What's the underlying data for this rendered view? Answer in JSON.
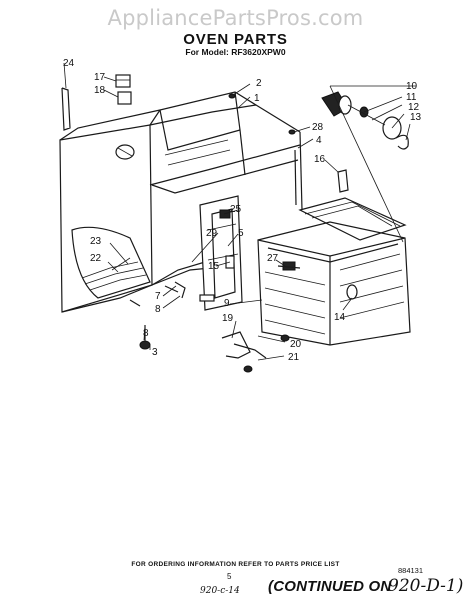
{
  "watermark": "AppliancePartsPros.com",
  "header": {
    "title": "OVEN PARTS",
    "model_line": "For Model: RF3620XPW0"
  },
  "callouts": [
    "1",
    "2",
    "3",
    "4",
    "5",
    "7",
    "8",
    "9",
    "10",
    "11",
    "12",
    "13",
    "14",
    "15",
    "16",
    "17",
    "18",
    "19",
    "20",
    "21",
    "22",
    "23",
    "24",
    "25",
    "27",
    "28",
    "29"
  ],
  "footer": {
    "order_note": "FOR ORDERING INFORMATION REFER TO PARTS PRICE LIST",
    "page_number": "5",
    "code": "884131",
    "handwritten_left": "920-c-14",
    "continued_label": "(CONTINUED ON",
    "handwritten_right": "920-D-1)"
  }
}
